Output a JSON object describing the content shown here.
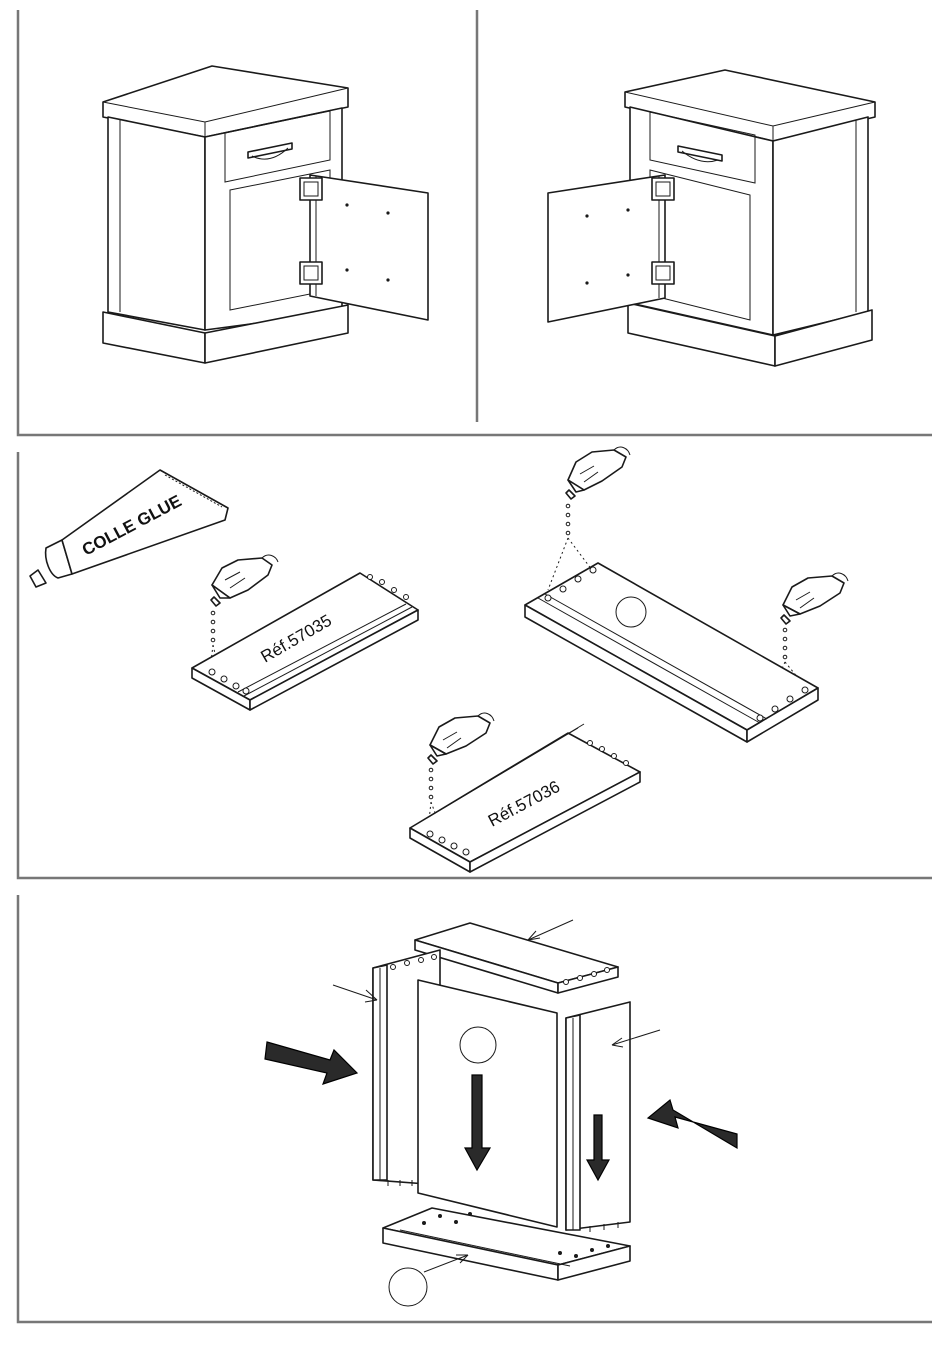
{
  "glue_tube": {
    "label": "COLLE GLUE"
  },
  "panels": {
    "shelf_a": {
      "ref": "Réf.57035"
    },
    "shelf_b": {
      "ref": "Réf.57036"
    }
  },
  "colors": {
    "line": "#1a1a1a",
    "frame": "#777777",
    "arrow": "#2a2a2a"
  },
  "icons": [
    "hand-with-glue-bottle-icon",
    "glue-tube-icon",
    "push-arrow-icon",
    "callout-circle-icon"
  ]
}
